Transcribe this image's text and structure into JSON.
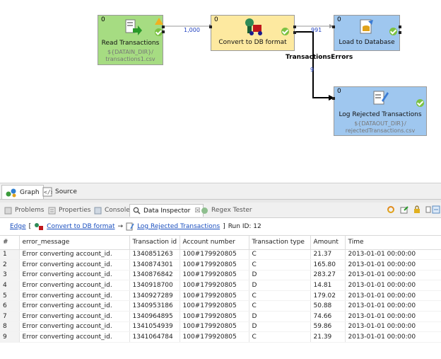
{
  "graph": {
    "nodes": {
      "read": {
        "count": "0",
        "title": "Read Transactions",
        "subtitle1": "${DATAIN_DIR}/",
        "subtitle2": "transactions1.csv"
      },
      "convert": {
        "count": "0",
        "title": "Convert to DB format"
      },
      "load": {
        "count": "0",
        "title": "Load to Database"
      },
      "log": {
        "count": "0",
        "title": "Log Rejected Transactions",
        "subtitle1": "${DATAOUT_DIR}/",
        "subtitle2": "rejectedTransactions.csv"
      }
    },
    "edges": {
      "read_to_convert": "1,000",
      "convert_to_load": "991",
      "errors_label": "TransactionsErrors",
      "errors_count": "9"
    },
    "colors": {
      "read": "#a6dc82",
      "convert": "#fde9a0",
      "load": "#9fc7ef",
      "log": "#9fc7ef"
    }
  },
  "editor_tabs": [
    {
      "label": "Graph",
      "icon": "graph-icon",
      "active": true
    },
    {
      "label": "Source",
      "icon": "source-icon",
      "active": false
    }
  ],
  "view_tabs": [
    {
      "label": "Problems",
      "icon": "problems-icon"
    },
    {
      "label": "Properties",
      "icon": "properties-icon"
    },
    {
      "label": "Console",
      "icon": "console-icon"
    },
    {
      "label": "Data Inspector",
      "icon": "data-inspector-icon",
      "active": true
    },
    {
      "label": "Regex Tester",
      "icon": "regex-icon"
    }
  ],
  "breadcrumb": {
    "edge": "Edge",
    "bracket_open": "[",
    "from": "Convert to DB format",
    "arrow": "→",
    "to": "Log Rejected Transactions",
    "bracket_close": "]",
    "run_id": "Run ID: 12"
  },
  "table": {
    "columns": [
      "#",
      "error_message",
      "Transaction id",
      "Account number",
      "Transaction type",
      "Amount",
      "Time"
    ],
    "rows": [
      [
        "1",
        "Error converting account_id.",
        "1340851263",
        "100#179920805",
        "C",
        "21.37",
        "2013-01-01 00:00:00"
      ],
      [
        "2",
        "Error converting account_id.",
        "1340874301",
        "100#179920805",
        "C",
        "165.80",
        "2013-01-01 00:00:00"
      ],
      [
        "3",
        "Error converting account_id.",
        "1340876842",
        "100#179920805",
        "D",
        "283.27",
        "2013-01-01 00:00:00"
      ],
      [
        "4",
        "Error converting account_id.",
        "1340918700",
        "100#179920805",
        "D",
        "14.81",
        "2013-01-01 00:00:00"
      ],
      [
        "5",
        "Error converting account_id.",
        "1340927289",
        "100#179920805",
        "C",
        "179.02",
        "2013-01-01 00:00:00"
      ],
      [
        "6",
        "Error converting account_id.",
        "1340953186",
        "100#179920805",
        "C",
        "50.88",
        "2013-01-01 00:00:00"
      ],
      [
        "7",
        "Error converting account_id.",
        "1340964895",
        "100#179920805",
        "D",
        "74.66",
        "2013-01-01 00:00:00"
      ],
      [
        "8",
        "Error converting account_id.",
        "1341054939",
        "100#179920805",
        "D",
        "59.86",
        "2013-01-01 00:00:00"
      ],
      [
        "9",
        "Error converting account_id.",
        "1341064784",
        "100#179920805",
        "C",
        "21.39",
        "2013-01-01 00:00:00"
      ]
    ]
  }
}
